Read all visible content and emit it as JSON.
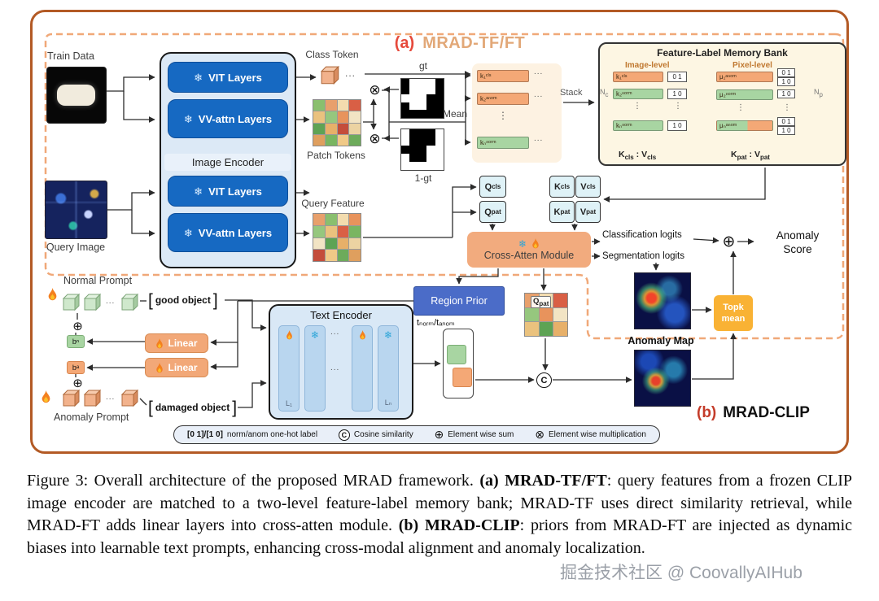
{
  "panel_a": {
    "tag": "(a)",
    "title": "MRAD-TF/FT"
  },
  "panel_b": {
    "tag": "(b)",
    "title": "MRAD-CLIP"
  },
  "inputs": {
    "train": "Train Data",
    "query": "Query Image"
  },
  "encoder": {
    "title": "Image Encoder",
    "vit": "VIT Layers",
    "vv": "VV-attn Layers"
  },
  "tokens": {
    "class_label": "Class Token",
    "patch_label": "Patch Tokens",
    "query_label": "Query Feature",
    "gt": "gt",
    "inv_gt": "1-gt",
    "mean": "Mean",
    "stack": "Stack",
    "hdots": "...",
    "vdots": "⋮"
  },
  "ops": {
    "otimes": "⊗",
    "oplus": "⊕"
  },
  "stack_bars": {
    "rows": [
      {
        "label": "k₁ᶜˡˢ"
      },
      {
        "label": "k₂ᵃⁿᵒᵐ"
      },
      {
        "label": "kₙⁿᵒʳᵐ"
      }
    ]
  },
  "memory_bank": {
    "title": "Feature-Label Memory Bank",
    "image_level": "Image-level",
    "pixel_level": "Pixel-level",
    "n_c": {
      "base": "N",
      "sub": "c"
    },
    "n_p": {
      "base": "N",
      "sub": "p"
    },
    "image_rows": [
      {
        "label": "k₁ᶜˡˢ",
        "tag": "0 1"
      },
      {
        "label": "k₂ⁿᵒʳᵐ",
        "tag": "1 0"
      },
      {
        "label": "kₙⁿᵒʳᵐ",
        "tag": "1 0"
      }
    ],
    "pixel_rows": [
      {
        "label": "μ₁ᵃⁿᵒᵐ",
        "tag1": "0 1",
        "tag2": "1 0"
      },
      {
        "label": "μ₂ⁿᵒʳᵐ",
        "tag1": "1 0",
        "tag2": ""
      },
      {
        "label": "μₙᵃⁿᵒᵐ",
        "tag1": "0 1",
        "tag2": "1 0"
      }
    ],
    "kv_cls": {
      "k": "K",
      "k_sub": "cls",
      "sep": " : ",
      "v": "V",
      "v_sub": "cls"
    },
    "kv_pat": {
      "k": "K",
      "k_sub": "pat",
      "sep": " : ",
      "v": "V",
      "v_sub": "pat"
    }
  },
  "qkv": {
    "q_cls": {
      "base": "Q",
      "sub": "cls"
    },
    "q_pat": {
      "base": "Q",
      "sub": "pat"
    },
    "k_cls": {
      "base": "K",
      "sub": "cls"
    },
    "v_cls": {
      "base": "V",
      "sub": "cls"
    },
    "k_pat": {
      "base": "K",
      "sub": "pat"
    },
    "v_pat": {
      "base": "V",
      "sub": "pat"
    }
  },
  "cross_atten": {
    "label": "Cross-Atten Module"
  },
  "outputs": {
    "cls_logits": "Classification logits",
    "seg_logits": "Segmentation logits",
    "anomaly_score_1": "Anomaly",
    "anomaly_score_2": "Score",
    "topk_1": "Topk",
    "topk_2": "mean",
    "anomaly_map": "Anomaly Map"
  },
  "region_prior": "Region Prior",
  "prompts": {
    "normal_label": "Normal Prompt",
    "anomaly_label": "Anomaly Prompt",
    "good": "good object",
    "damaged": "damaged object",
    "linear": "Linear",
    "b_n": "bⁿ",
    "b_a": "bᵃ"
  },
  "text_encoder": {
    "title": "Text Encoder",
    "l_first": "L₁",
    "l_last": "Lₙ",
    "t_label": "tₙₒᵣₘ/tₐₙₒₘ"
  },
  "qpat_b": {
    "base": "Q",
    "sub": "pat"
  },
  "cosine_symbol": "C",
  "legend": {
    "items": [
      {
        "symbol": "[0 1]/[1 0]",
        "text": "norm/anom one-hot label"
      },
      {
        "symbol": "C",
        "text": "Cosine similarity"
      },
      {
        "symbol": "⊕",
        "text": "Element wise sum"
      },
      {
        "symbol": "⊗",
        "text": "Element wise multiplication"
      }
    ]
  },
  "caption": {
    "segments": [
      {
        "text": "Figure 3: Overall architecture of the proposed MRAD framework. ",
        "bold": false
      },
      {
        "text": "(a) MRAD-TF/FT",
        "bold": true
      },
      {
        "text": ": query features from a frozen CLIP image encoder are matched to a two-level feature-label memory bank; MRAD-TF uses direct similarity retrieval, while MRAD-FT adds linear layers into cross-atten module. ",
        "bold": false
      },
      {
        "text": "(b) MRAD-CLIP",
        "bold": true
      },
      {
        "text": ": priors from MRAD-FT are injected as dynamic biases into learnable text prompts, enhancing cross-modal alignment and anomaly localization.",
        "bold": false
      }
    ]
  },
  "watermark": "掘金技术社区 @ CoovallyAIHub",
  "colors": {
    "frame_border": "#b35a25",
    "dashed_border": "#f0a878",
    "blue_block": "#1669c2",
    "encoder_bg": "#dce9f6",
    "cream": "#fdf6e3",
    "orange_bar": "#f4a876",
    "green_bar": "#a8d5a2",
    "cyan_box": "#dff2f7",
    "cross_atten": "#f2ab7e",
    "region_prior": "#4b6cc8",
    "topk": "#f9b234",
    "accent_red": "#c43c2a"
  },
  "grids": {
    "patch": [
      "#8abf6e",
      "#e8a06c",
      "#f3dcae",
      "#d95f45",
      "#eac27e",
      "#96c77e",
      "#e8935c",
      "#f2e4c4",
      "#5ea354",
      "#e7b069",
      "#c44d3b",
      "#ecd3a2",
      "#df9f5e",
      "#79b561",
      "#f0c987",
      "#6dab5b"
    ],
    "query": [
      "#e8a06c",
      "#8abf6e",
      "#f3dcae",
      "#e8935c",
      "#96c77e",
      "#eac27e",
      "#d95f45",
      "#79b561",
      "#f2e4c4",
      "#5ea354",
      "#e7b069",
      "#ecd3a2",
      "#c44d3b",
      "#f0c987",
      "#6dab5b",
      "#df9f5e"
    ],
    "qpat": [
      "#e8a06c",
      "#f3dcae",
      "#d95f45",
      "#96c77e",
      "#e8935c",
      "#f2e4c4",
      "#eac27e",
      "#5ea354",
      "#e7b069"
    ]
  },
  "masks": {
    "gt": [
      [
        0,
        1,
        1,
        1,
        0
      ],
      [
        0,
        1,
        1,
        1,
        0
      ],
      [
        1,
        1,
        1,
        0,
        0
      ],
      [
        0,
        1,
        1,
        0,
        0
      ],
      [
        0,
        0,
        0,
        0,
        0
      ]
    ],
    "inv_gt": [
      [
        1,
        0,
        0,
        0,
        1
      ],
      [
        1,
        0,
        0,
        0,
        1
      ],
      [
        0,
        0,
        0,
        1,
        1
      ],
      [
        1,
        0,
        0,
        1,
        1
      ],
      [
        1,
        1,
        1,
        1,
        1
      ]
    ]
  }
}
